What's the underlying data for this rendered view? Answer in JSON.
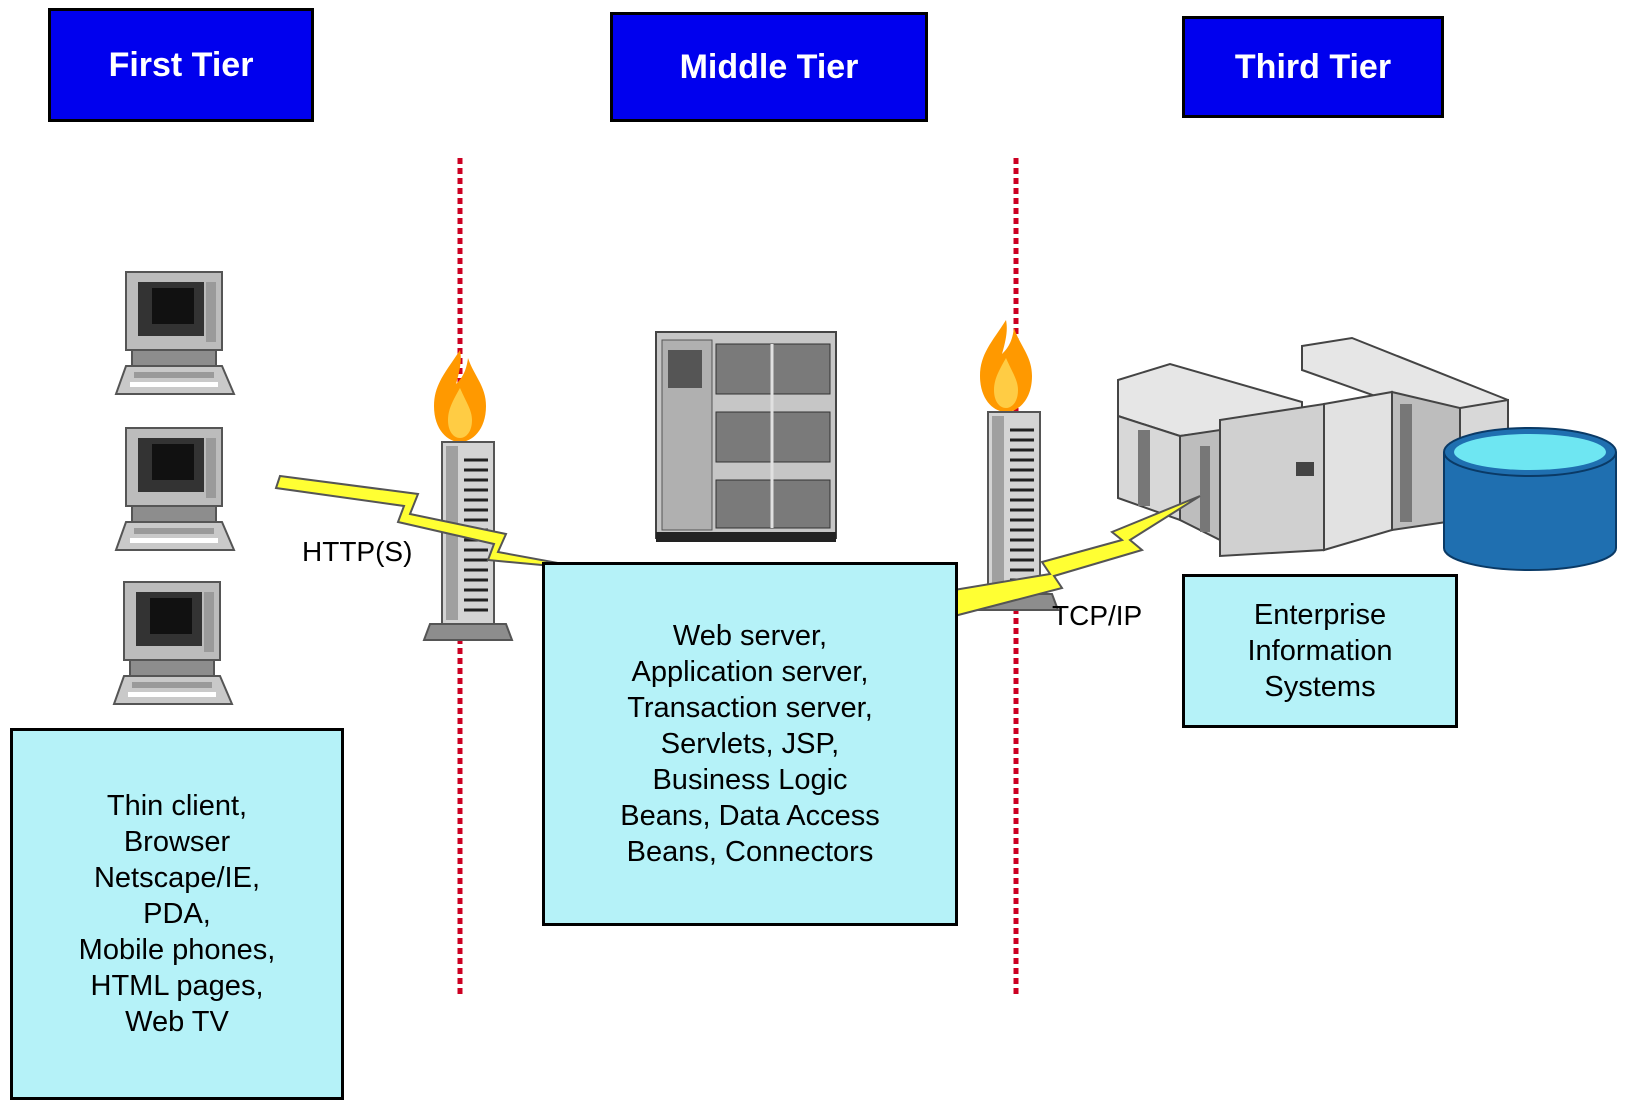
{
  "tiers": {
    "first": {
      "title": "First Tier",
      "description_lines": [
        "Thin client,",
        "Browser",
        "Netscape/IE,",
        "PDA,",
        "Mobile phones,",
        "HTML pages,",
        "Web TV"
      ]
    },
    "middle": {
      "title": "Middle Tier",
      "description_lines": [
        "Web server,",
        "Application server,",
        "Transaction server,",
        "Servlets, JSP,",
        "Business Logic",
        "Beans, Data Access",
        "Beans, Connectors"
      ]
    },
    "third": {
      "title": "Third Tier",
      "description_lines": [
        "Enterprise",
        "Information",
        "Systems"
      ]
    }
  },
  "protocols": {
    "first_to_middle": "HTTP(S)",
    "middle_to_third": "TCP/IP"
  },
  "colors": {
    "header_fill": "#0000ee",
    "box_fill": "#b5f2f8",
    "firewall_line": "#cc0022",
    "lightning": "#ffff33",
    "flame": "#ff9900"
  },
  "icons": {
    "clients": "desktop-computer-icon",
    "firewall": "firewall-tower-icon",
    "app_server": "server-rack-icon",
    "mainframe": "mainframe-icon",
    "database": "database-cylinder-icon"
  }
}
